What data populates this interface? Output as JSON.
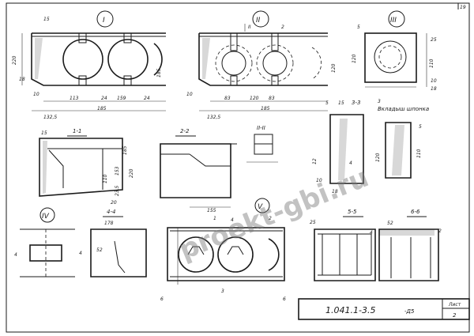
{
  "sheet_number": "19",
  "title_block": {
    "code": "1.041.1-3.5",
    "issue": "-Д5",
    "sheet_label": "Лист",
    "sheet_value": "2"
  },
  "watermark": "proekt-gbi.ru",
  "views": {
    "I": {
      "label": "I",
      "dims": [
        "15",
        "220",
        "18",
        "10",
        "113",
        "24",
        "159",
        "24",
        "132,5",
        "185",
        "185"
      ]
    },
    "II": {
      "label": "II",
      "dims": [
        "II",
        "2",
        "120",
        "10",
        "83",
        "120",
        "83",
        "132,5",
        "185"
      ]
    },
    "III": {
      "label": "III",
      "dims": [
        "5",
        "25",
        "120",
        "110",
        "10",
        "18",
        "3"
      ]
    },
    "IV": {
      "label": "IV"
    },
    "V": {
      "label": "V"
    }
  },
  "sections": {
    "s11": {
      "label": "1-1",
      "dims": [
        "15",
        "185",
        "153",
        "220",
        "110",
        "23,5",
        "20"
      ]
    },
    "s22": {
      "label": "2-2",
      "dims": [
        "155"
      ]
    },
    "s33": {
      "label": "3-3",
      "dims": [
        "5",
        "15",
        "4",
        "18",
        "12",
        "10"
      ]
    },
    "s44": {
      "label": "4-4",
      "dims": [
        "178",
        "52"
      ]
    },
    "s55": {
      "label": "5-5",
      "dims": [
        "25",
        "52",
        "4"
      ]
    },
    "s66": {
      "label": "6-6",
      "dims": [
        "2"
      ]
    },
    "sII": {
      "label": "II-II"
    }
  },
  "insert_key": {
    "label": "Вкладыш шпонка",
    "dims": [
      "5",
      "120",
      "110"
    ]
  },
  "callouts": [
    "1",
    "2",
    "3",
    "4",
    "5",
    "6",
    "4",
    "4",
    "3",
    "3",
    "5",
    "5"
  ]
}
